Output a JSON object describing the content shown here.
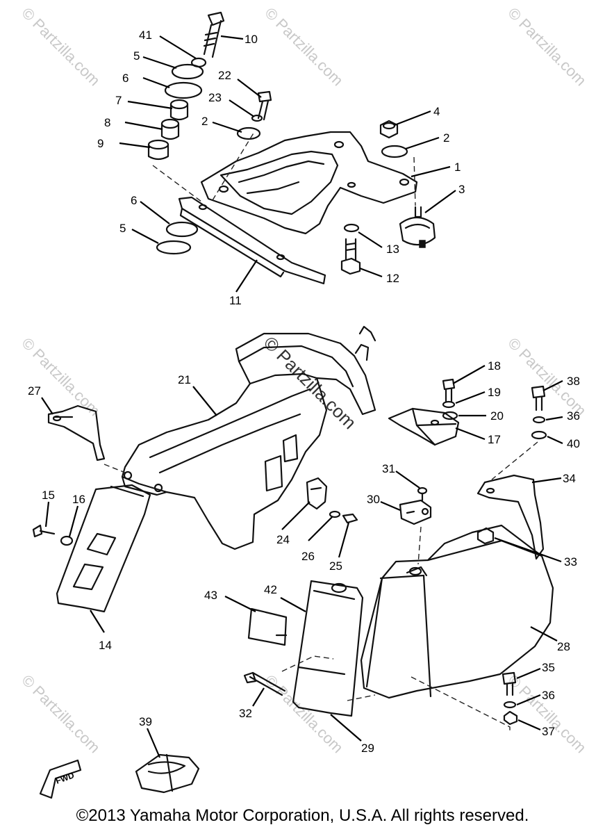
{
  "watermark": "© Partzilla.com",
  "copyright": "©2013 Yamaha Motor Corporation, U.S.A. All rights reserved.",
  "fwd_label": "FWD",
  "callouts": [
    "41",
    "10",
    "5",
    "6",
    "7",
    "8",
    "9",
    "22",
    "23",
    "2",
    "4",
    "2",
    "1",
    "3",
    "13",
    "12",
    "6",
    "5",
    "11",
    "21",
    "27",
    "18",
    "19",
    "20",
    "17",
    "38",
    "36",
    "40",
    "34",
    "31",
    "30",
    "24",
    "26",
    "25",
    "15",
    "16",
    "14",
    "33",
    "43",
    "42",
    "28",
    "35",
    "36",
    "37",
    "32",
    "29",
    "39"
  ]
}
